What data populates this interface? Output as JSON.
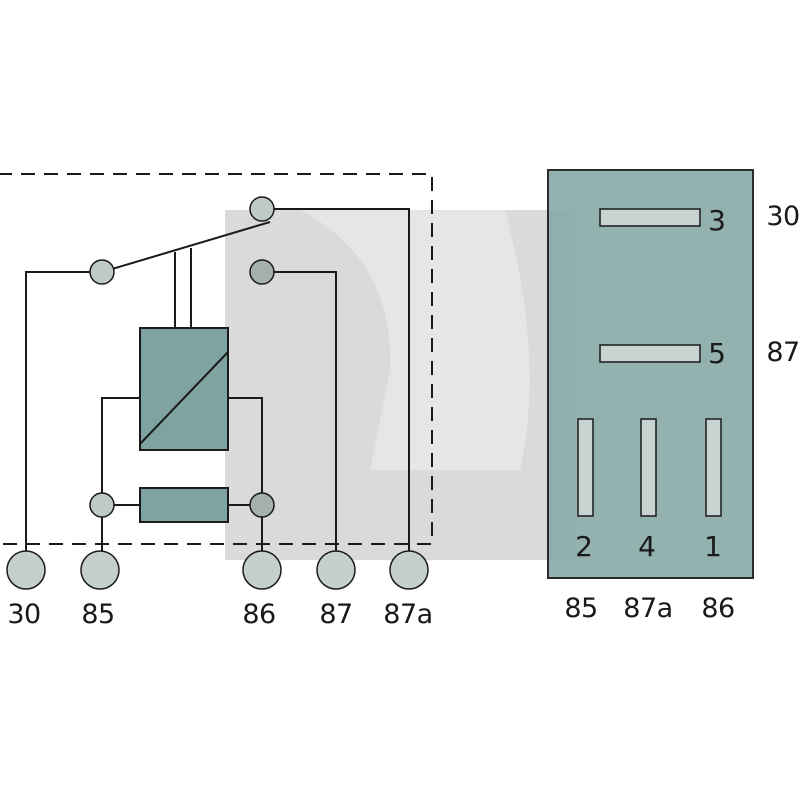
{
  "schematic": {
    "terminals": [
      "30",
      "85",
      "86",
      "87",
      "87a"
    ]
  },
  "pinout": {
    "side_labels": [
      "30",
      "87"
    ],
    "slot_numbers": [
      "3",
      "5",
      "2",
      "4",
      "1"
    ],
    "bottom_labels": [
      "85",
      "87a",
      "86"
    ]
  },
  "colors": {
    "housing": "#8aaba8",
    "coil": "#7fa3a0",
    "watermark": "#c8c8c8"
  }
}
